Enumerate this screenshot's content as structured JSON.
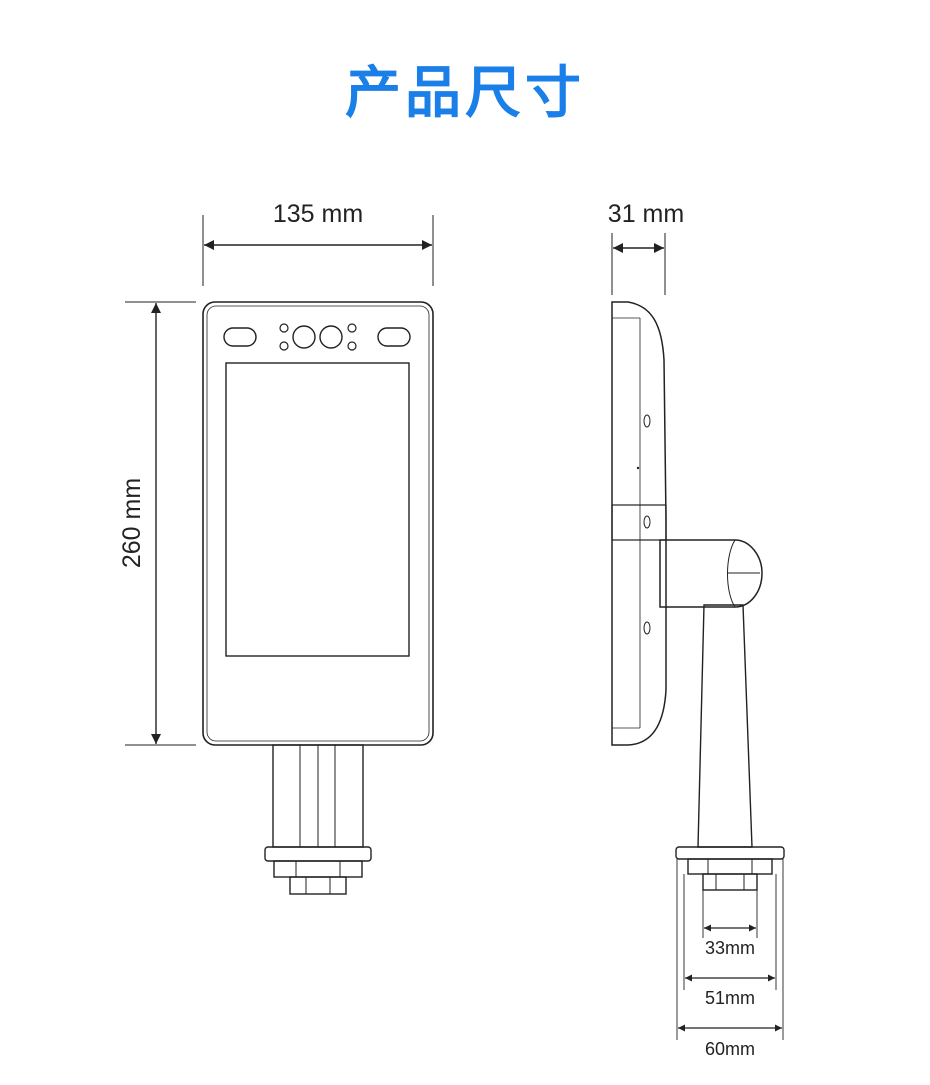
{
  "title": "产品尺寸",
  "colors": {
    "title": "#1a7fe8",
    "line": "#222222",
    "part_fill": "#f4f4f4"
  },
  "dimensions": {
    "width": "135 mm",
    "height": "260 mm",
    "depth": "31 mm",
    "d_inner": "33mm",
    "d_mid": "51mm",
    "d_outer": "60mm"
  }
}
